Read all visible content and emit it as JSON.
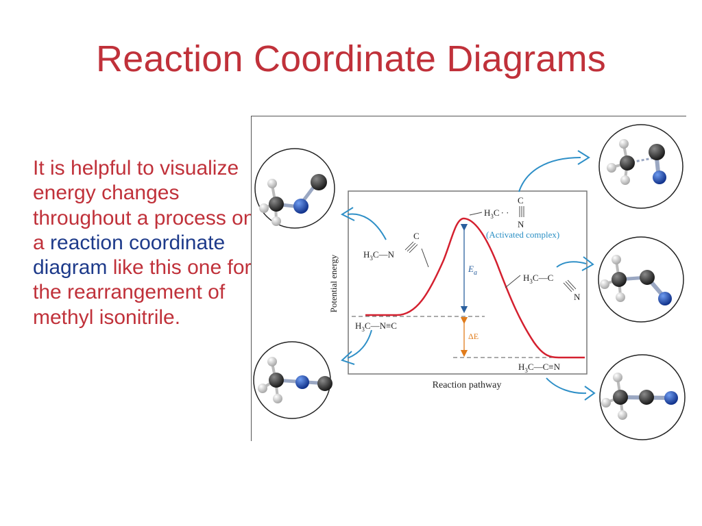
{
  "slide": {
    "title": "Reaction Coordinate Diagrams",
    "body": {
      "part1": "It is helpful to visualize energy changes throughout a process on a ",
      "highlight": "reaction coordinate diagram",
      "part2": " like this one for the rearrangement of methyl isonitrile."
    }
  },
  "diagram": {
    "y_axis_label": "Potential energy",
    "x_axis_label": "Reaction pathway",
    "ea_label_base": "E",
    "ea_label_sub": "a",
    "delta_e_label": "ΔE",
    "activated_complex_label": "(Activated complex)",
    "reactant_formula": {
      "h": "H",
      "h_sub": "3",
      "c": "C",
      "bond": "—N",
      "triple": "≡",
      "end": "C"
    },
    "transition_formula": {
      "h": "H",
      "h_sub": "3",
      "c": "C",
      "dots": "· ·",
      "top": "C",
      "triple": "|||",
      "bottom": "N"
    },
    "bent_formula": {
      "h": "H",
      "h_sub": "3",
      "c": "C",
      "bond": "—C",
      "bottom": "N"
    },
    "reactant_bent_formula": {
      "h": "H",
      "h_sub": "3",
      "c": "C",
      "bond": "—N",
      "top": "C"
    },
    "product_formula": {
      "h": "H",
      "h_sub": "3",
      "c": "C",
      "bond": "—C",
      "triple": "≡",
      "end": "N"
    },
    "colors": {
      "curve": "#d4202f",
      "ea_arrow": "#2a5f9e",
      "delta_e_arrow": "#e07b1a",
      "activated_label": "#2a8fc4",
      "callout_arrow": "#2e8fc7",
      "carbon": "#2b2b2b",
      "nitrogen": "#1e4db3",
      "hydrogen": "#d8d8d8"
    }
  }
}
